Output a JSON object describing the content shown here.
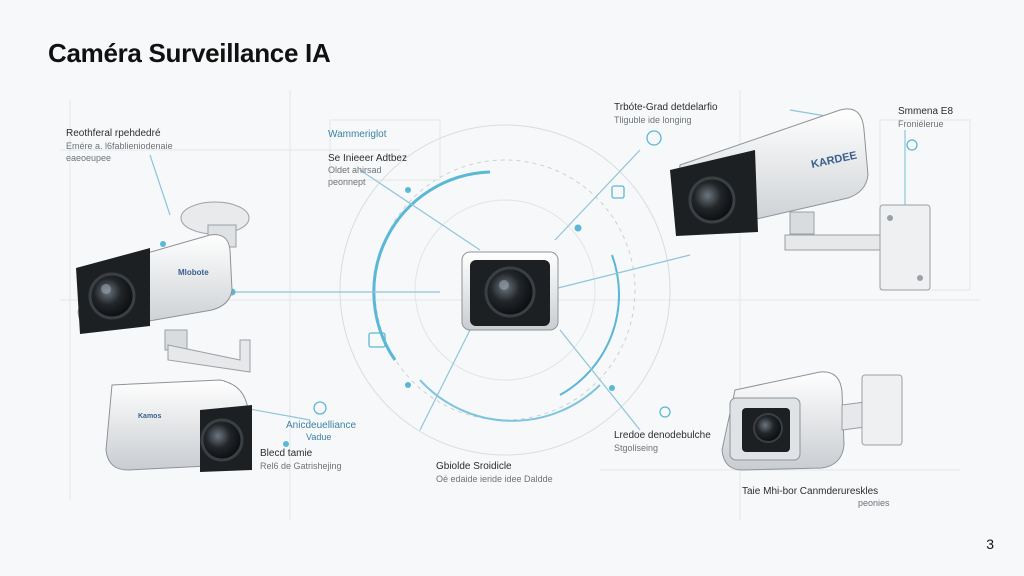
{
  "slide": {
    "title": "Caméra Surveillance IA",
    "page_number": "3"
  },
  "colors": {
    "accent": "#5bb7d6",
    "line": "#9fc9d8",
    "camera_body": "#eceef0",
    "camera_dark": "#2b2f33",
    "text_faint": "#6d7378",
    "text_dark": "#2a2d30"
  },
  "labels": {
    "top_left": {
      "line1": "Reothferal rpehdedré",
      "line2": "Emére a. l6fablieniodenaie",
      "line3": "eaeoeupee"
    },
    "center_top": {
      "line1": "Wammeriglot",
      "line2": "Se Inieeer Adtbez",
      "line3": "Oldet ahirsad",
      "line4": "peonnept"
    },
    "top_center_right": {
      "line1": "Trbóte-Grad detdelarfio",
      "line2": "Tliguble ide longing"
    },
    "top_right": {
      "line1": "Smmena E8",
      "line2": "Froniélerue"
    },
    "bottom_left_1": {
      "line1": "Anicdeuelliance",
      "line2": "Vadue"
    },
    "bottom_left_2": {
      "line1": "Blecd tamie",
      "line2": "Rel6 de Gatrishejing"
    },
    "bottom_center": {
      "line1": "Gbiolde Sroidicle",
      "line2": "Oé edaide ieride idee Daldde"
    },
    "bottom_right_1": {
      "line1": "Lredoe denodebulche",
      "line2": "Stgoliseing"
    },
    "bottom_right_2": {
      "line1": "Taie Mhi-bor Canmderureskles",
      "line2": "peonies"
    },
    "brand_top_right": "KARDEE",
    "brand_left": "Mlobote",
    "brand_bottom_left": "Kamos"
  }
}
